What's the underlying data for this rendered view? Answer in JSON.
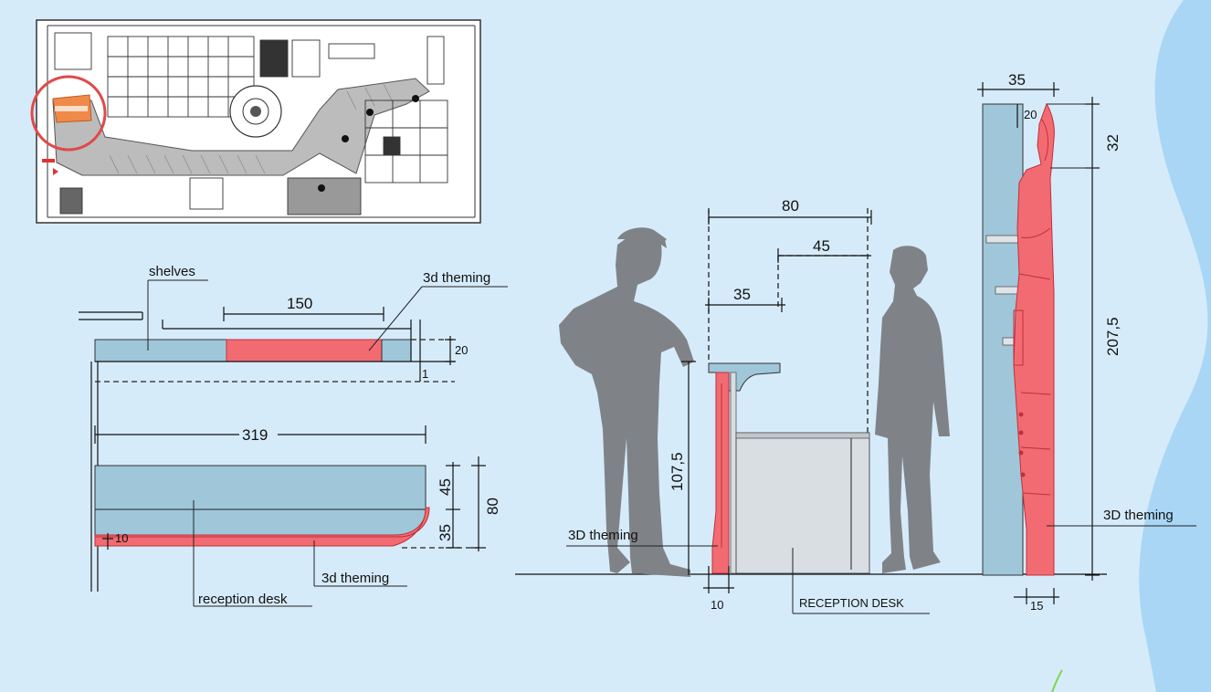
{
  "colors": {
    "background": "#d6ebfa",
    "wave": "#a9d6f4",
    "desk": "#9fc7d9",
    "theming": "#f26b72",
    "highlight_circle": "#e04a4a",
    "silhouette": "#7f8387"
  },
  "floor_plan": {
    "small_labels": [
      "",
      ""
    ]
  },
  "plan_section": {
    "shelves_label": "shelves",
    "theming_top_label": "3d theming",
    "dim_150": "150",
    "dim_20": "20",
    "dim_1": "1",
    "dim_319": "319",
    "dim_45": "45",
    "dim_35": "35",
    "dim_80": "80",
    "dim_10": "10",
    "reception_label": "reception desk",
    "theming_bottom_label": "3d theming"
  },
  "elevation": {
    "dim_80": "80",
    "dim_45": "45",
    "dim_35": "35",
    "dim_107": "107,5",
    "theming_label": "3D theming",
    "dim_10": "10",
    "reception_label": "RECEPTION DESK"
  },
  "side_elevation": {
    "dim_35": "35",
    "dim_20": "20",
    "dim_32": "32",
    "dim_207": "207,5",
    "theming_label": "3D theming",
    "dim_15": "15"
  }
}
